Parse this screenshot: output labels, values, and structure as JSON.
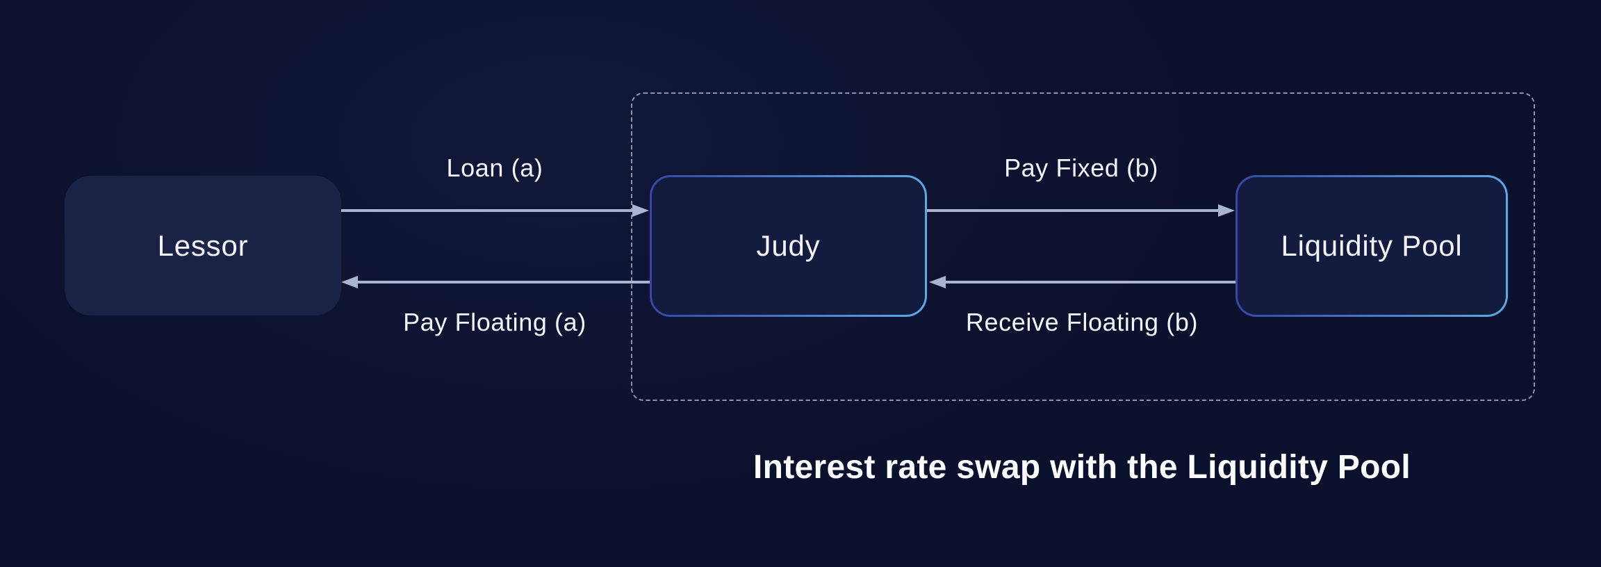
{
  "diagram": {
    "nodes": {
      "lessor": {
        "label": "Lessor"
      },
      "judy": {
        "label": "Judy"
      },
      "liquidity_pool": {
        "label": "Liquidity Pool"
      }
    },
    "flows": {
      "loan": {
        "label": "Loan (a)",
        "from": "Lessor",
        "to": "Judy",
        "direction": "right"
      },
      "pay_floating": {
        "label": "Pay Floating (a)",
        "from": "Judy",
        "to": "Lessor",
        "direction": "left"
      },
      "pay_fixed": {
        "label": "Pay Fixed (b)",
        "from": "Judy",
        "to": "Liquidity Pool",
        "direction": "right"
      },
      "receive_floating": {
        "label": "Receive Floating (b)",
        "from": "Liquidity Pool",
        "to": "Judy",
        "direction": "left"
      }
    },
    "caption": "Interest rate swap with the Liquidity Pool"
  },
  "theme": {
    "bg": "#0b102c",
    "node_fill": "#1a2345",
    "bordered_node_fill": "#131c3f",
    "border_grad_start": "#3747a6",
    "border_grad_end": "#5bace3",
    "arrow_color": "#a9b4ce",
    "dashed_color": "#8c94a9",
    "text_color": "#f2f4f9"
  }
}
